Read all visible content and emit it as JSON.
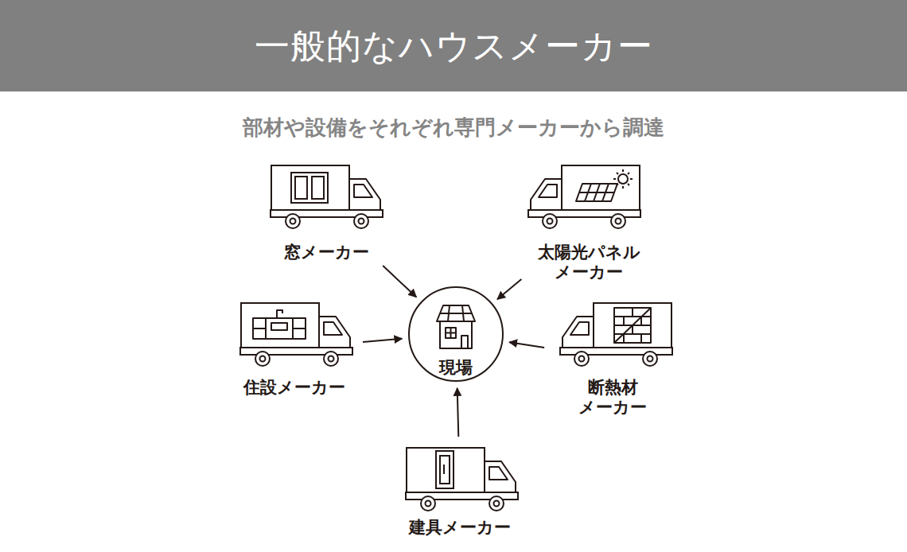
{
  "diagram": {
    "title": "一般的なハウスメーカー",
    "nodes": [
      {
        "text": [
          "窓メーカー"
        ]
      },
      {
        "text": [
          "太陽光パネル メーカー"
        ]
      },
      {
        "text": [
          "住設メーカー"
        ]
      },
      {
        "text": [
          "現場"
        ]
      },
      {
        "text": [
          "断熱材 メーカー"
        ]
      },
      {
        "text": [
          "建具メーカー"
        ]
      }
    ],
    "edges": [
      {
        "from": 0,
        "to": 3,
        "arrow": "to"
      },
      {
        "from": 1,
        "to": 3,
        "arrow": "to"
      },
      {
        "from": 2,
        "to": 3,
        "arrow": "to"
      },
      {
        "from": 4,
        "to": 3,
        "arrow": "to"
      },
      {
        "from": 5,
        "to": 3,
        "arrow": "to"
      }
    ],
    "labels": [
      "部材や設備をそれぞれ専門メーカーから調達"
    ]
  }
}
